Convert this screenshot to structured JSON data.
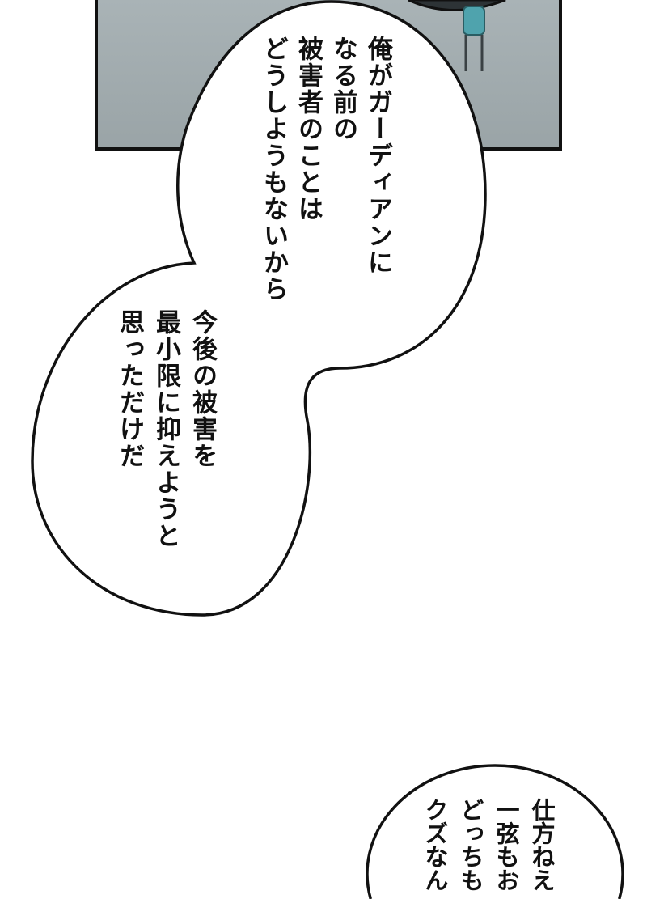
{
  "panel": {
    "background": "#a4aeb1",
    "chair_color": "#4fa3ad"
  },
  "bubbles": [
    {
      "lines": [
        "俺がガーディアンに",
        "なる前の",
        "被害者のことは",
        "どうしようもないから"
      ]
    },
    {
      "lines": [
        "今後の被害を",
        "最小限に抑えようと",
        "思っただけだ"
      ]
    },
    {
      "lines": [
        "仕方ねえ",
        "一弦もお",
        "どっちも",
        "クズなん"
      ]
    }
  ]
}
